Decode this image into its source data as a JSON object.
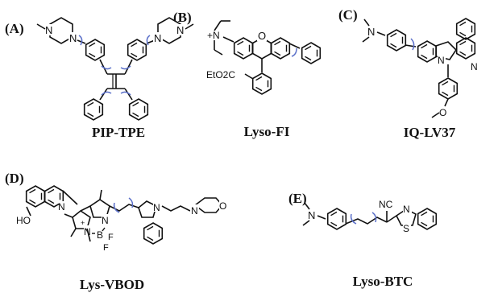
{
  "panels": [
    {
      "letter": "(A)",
      "name": "PIP-TPE"
    },
    {
      "letter": "(B)",
      "name": "Lyso-FI"
    },
    {
      "letter": "(C)",
      "name": "IQ-LV37"
    },
    {
      "letter": "(D)",
      "name": "Lys-VBOD"
    },
    {
      "letter": "(E)",
      "name": "Lyso-BTC"
    }
  ],
  "atom_labels": {
    "N": "N",
    "N_plus": "+N",
    "O": "O",
    "EtO2C": "EtO2C",
    "HO": "HO",
    "B": "B",
    "F": "F",
    "NC": "NC",
    "S": "S",
    "plus": "+"
  },
  "colors": {
    "bond": "#111111",
    "rotor_arrow": "#5a6fc9"
  }
}
